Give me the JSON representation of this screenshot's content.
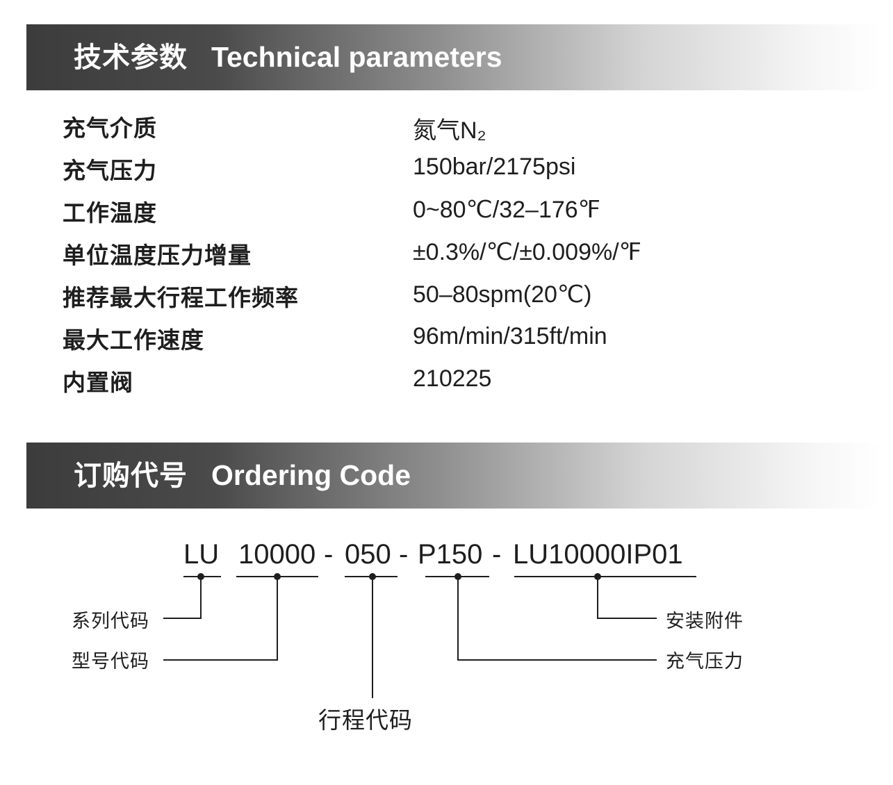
{
  "technical": {
    "title_zh": "技术参数",
    "title_en": "Technical parameters",
    "rows": [
      {
        "label": "充气介质",
        "value": "氮气N₂"
      },
      {
        "label": "充气压力",
        "value": "150bar/2175psi"
      },
      {
        "label": "工作温度",
        "value": "0~80℃/32–176℉"
      },
      {
        "label": "单位温度压力增量",
        "value": "±0.3%/℃/±0.009%/℉"
      },
      {
        "label": "推荐最大行程工作频率",
        "value": "50–80spm(20℃)"
      },
      {
        "label": "最大工作速度",
        "value": "96m/min/315ft/min"
      },
      {
        "label": "内置阀",
        "value": "210225"
      }
    ]
  },
  "ordering": {
    "title_zh": "订购代号",
    "title_en": "Ordering Code",
    "code_parts": [
      "LU",
      "10000",
      "050",
      "P150",
      "LU10000IP01"
    ],
    "separator": "-",
    "labels": {
      "series": "系列代码",
      "model": "型号代码",
      "stroke": "行程代码",
      "pressure": "充气压力",
      "accessory": "安装附件"
    }
  }
}
